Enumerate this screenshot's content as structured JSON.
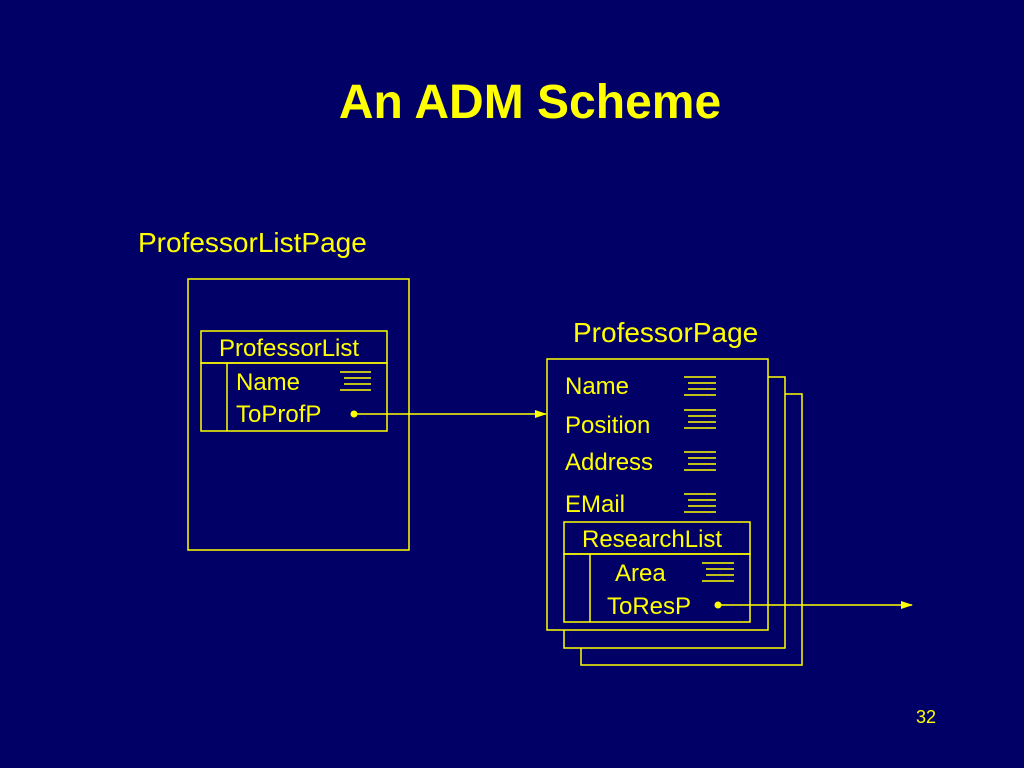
{
  "slide": {
    "title": "An ADM Scheme",
    "page_number": "32"
  },
  "professor_list_page": {
    "page_label": "ProfessorListPage",
    "list_label": "ProfessorList",
    "attributes": [
      "Name",
      "ToProfP"
    ]
  },
  "professor_page": {
    "page_label": "ProfessorPage",
    "attributes": [
      "Name",
      "Position",
      "Address",
      "EMail"
    ],
    "list_label": "ResearchList",
    "list_attributes": [
      "Area",
      "ToResP"
    ]
  },
  "colors": {
    "background": "#000066",
    "foreground": "#ffff00"
  }
}
